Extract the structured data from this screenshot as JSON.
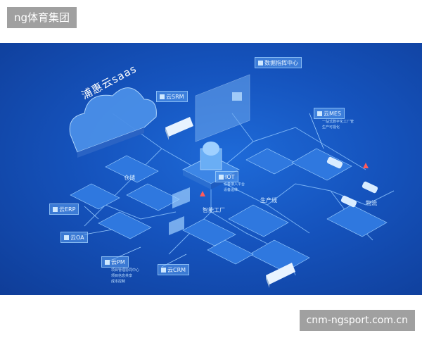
{
  "header": {
    "brand": "ng体育集团"
  },
  "footer": {
    "site": "cnm-ngsport.com.cn"
  },
  "illustration": {
    "cloud_label": "浦惠云saas",
    "tags": {
      "srm": "云SRM",
      "dc": "数据指挥中心",
      "mes": "云MES",
      "iot": "IOT",
      "erp": "云ERP",
      "oa": "云OA",
      "pm": "云PM",
      "crm": "云CRM"
    },
    "mes_sub": [
      "一站式数字化工厂管",
      "生产可视化"
    ],
    "iot_sub": [
      "设备接入平台",
      "设备运维"
    ],
    "pm_sub": [
      "项目管理协同中心",
      "项目信息共享",
      "成本控制"
    ],
    "area_labels": {
      "storage": "仓储",
      "smart_factory": "智能工厂",
      "production": "生产线",
      "logistics": "物流"
    },
    "accent_colors": {
      "background": "#1553bd",
      "tag": "#5ca0f0",
      "line": "#8fc6ff"
    }
  }
}
